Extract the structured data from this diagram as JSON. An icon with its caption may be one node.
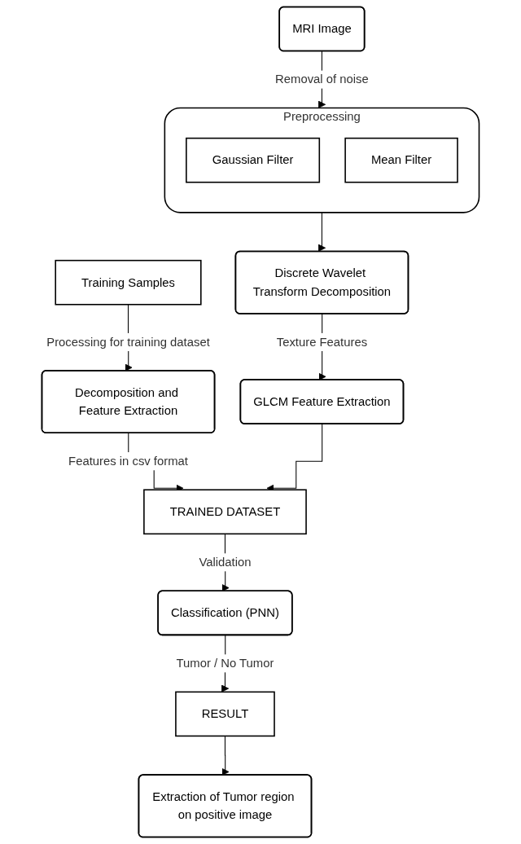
{
  "diagram": {
    "nodes": [
      {
        "text": [
          "MRI Image"
        ]
      },
      {
        "text": [
          "Preprocessing"
        ]
      },
      {
        "text": [
          "Gaussian Filter"
        ],
        "in": 1
      },
      {
        "text": [
          "Mean Filter"
        ],
        "in": 1
      },
      {
        "text": [
          "Training Samples"
        ]
      },
      {
        "text": [
          "Discrete Wavelet Transform Decomposition"
        ]
      },
      {
        "text": [
          "Decomposition and Feature Extraction"
        ]
      },
      {
        "text": [
          "GLCM Feature Extraction"
        ]
      },
      {
        "text": [
          "TRAINED DATASET"
        ]
      },
      {
        "text": [
          "Classification (PNN)"
        ]
      },
      {
        "text": [
          "RESULT"
        ]
      },
      {
        "text": [
          "Extraction of Tumor region on positive image"
        ]
      }
    ],
    "edges": [
      {
        "from": 0,
        "to": 1,
        "arrow": "to",
        "label": "Removal of noise"
      },
      {
        "from": 1,
        "to": 5,
        "arrow": "to"
      },
      {
        "from": 4,
        "to": 6,
        "arrow": "to",
        "label": "Processing for training dataset"
      },
      {
        "from": 5,
        "to": 7,
        "arrow": "to",
        "label": "Texture Features"
      },
      {
        "from": 6,
        "to": 8,
        "arrow": "to",
        "label": "Features in csv format"
      },
      {
        "from": 7,
        "to": 8,
        "arrow": "to"
      },
      {
        "from": 8,
        "to": 9,
        "arrow": "to",
        "label": "Validation"
      },
      {
        "from": 9,
        "to": 10,
        "arrow": "to",
        "label": "Tumor / No Tumor"
      },
      {
        "from": 10,
        "to": 11,
        "arrow": "to"
      }
    ]
  }
}
